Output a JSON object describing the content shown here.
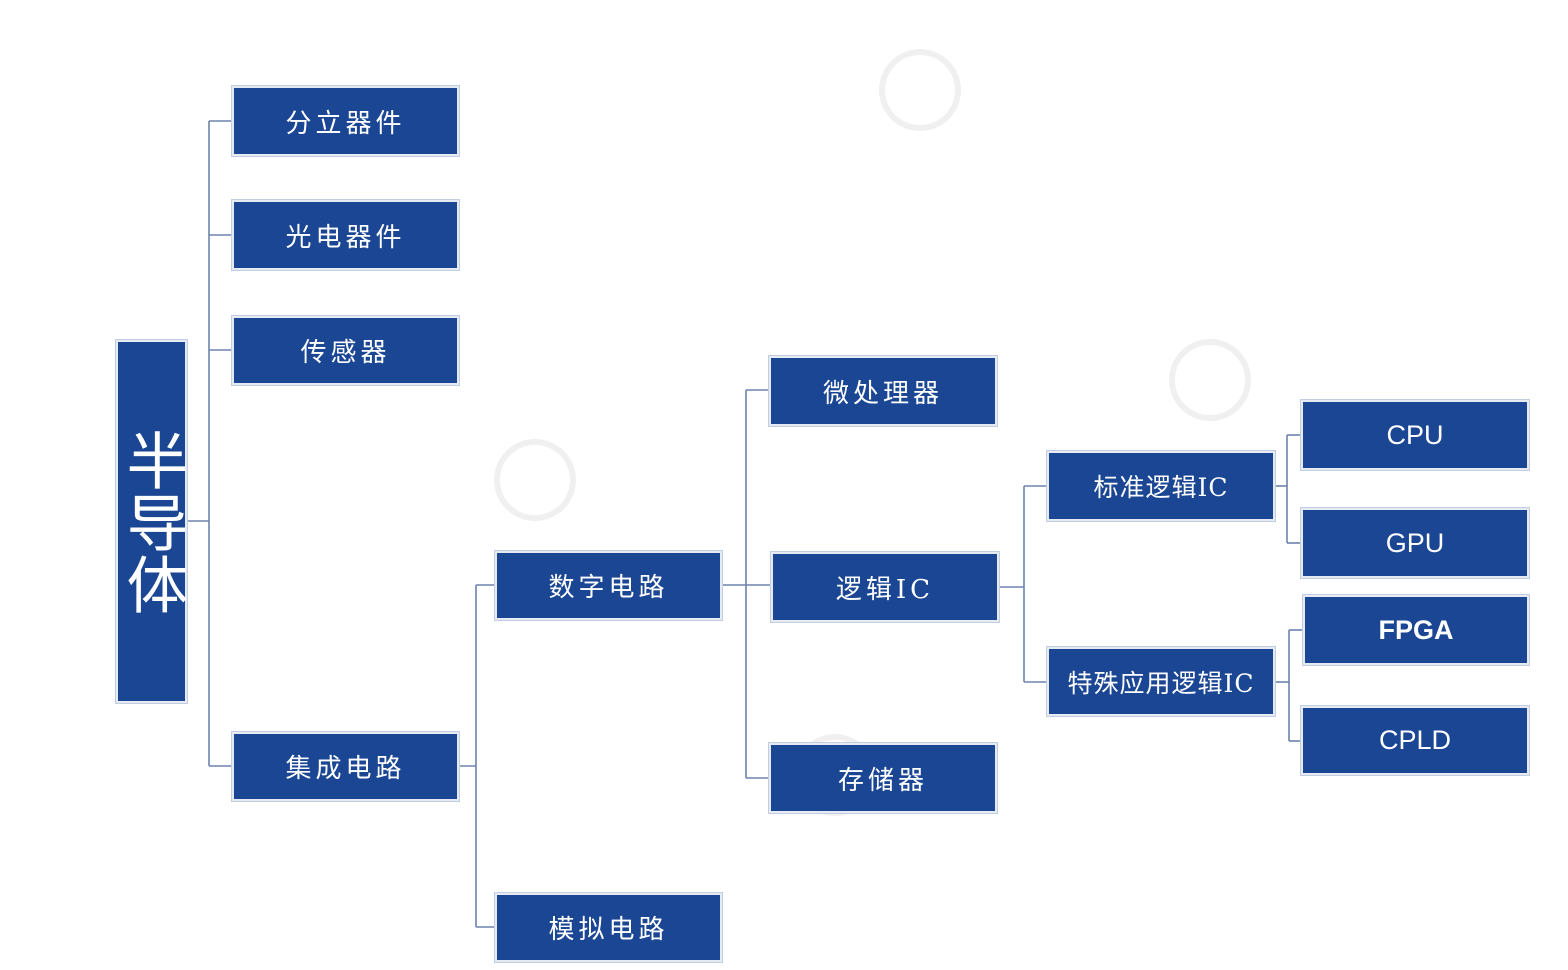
{
  "root": "半导体",
  "level1": {
    "discrete": "分立器件",
    "optoelectronic": "光电器件",
    "sensor": "传感器",
    "ic": "集成电路"
  },
  "level2": {
    "digital": "数字电路",
    "analog": "模拟电路"
  },
  "level3": {
    "microprocessor": "微处理器",
    "logic_ic": "逻辑IC",
    "memory": "存储器"
  },
  "level4": {
    "standard_logic": "标准逻辑IC",
    "asic_logic": "特殊应用逻辑IC"
  },
  "level5": {
    "cpu": "CPU",
    "gpu": "GPU",
    "fpga": "FPGA",
    "cpld": "CPLD"
  },
  "colors": {
    "node_fill": "#1a4694",
    "connector": "#6d83ad",
    "watermark": "#f1f1f1"
  },
  "watermark_icon": "hanghangcha-logo"
}
